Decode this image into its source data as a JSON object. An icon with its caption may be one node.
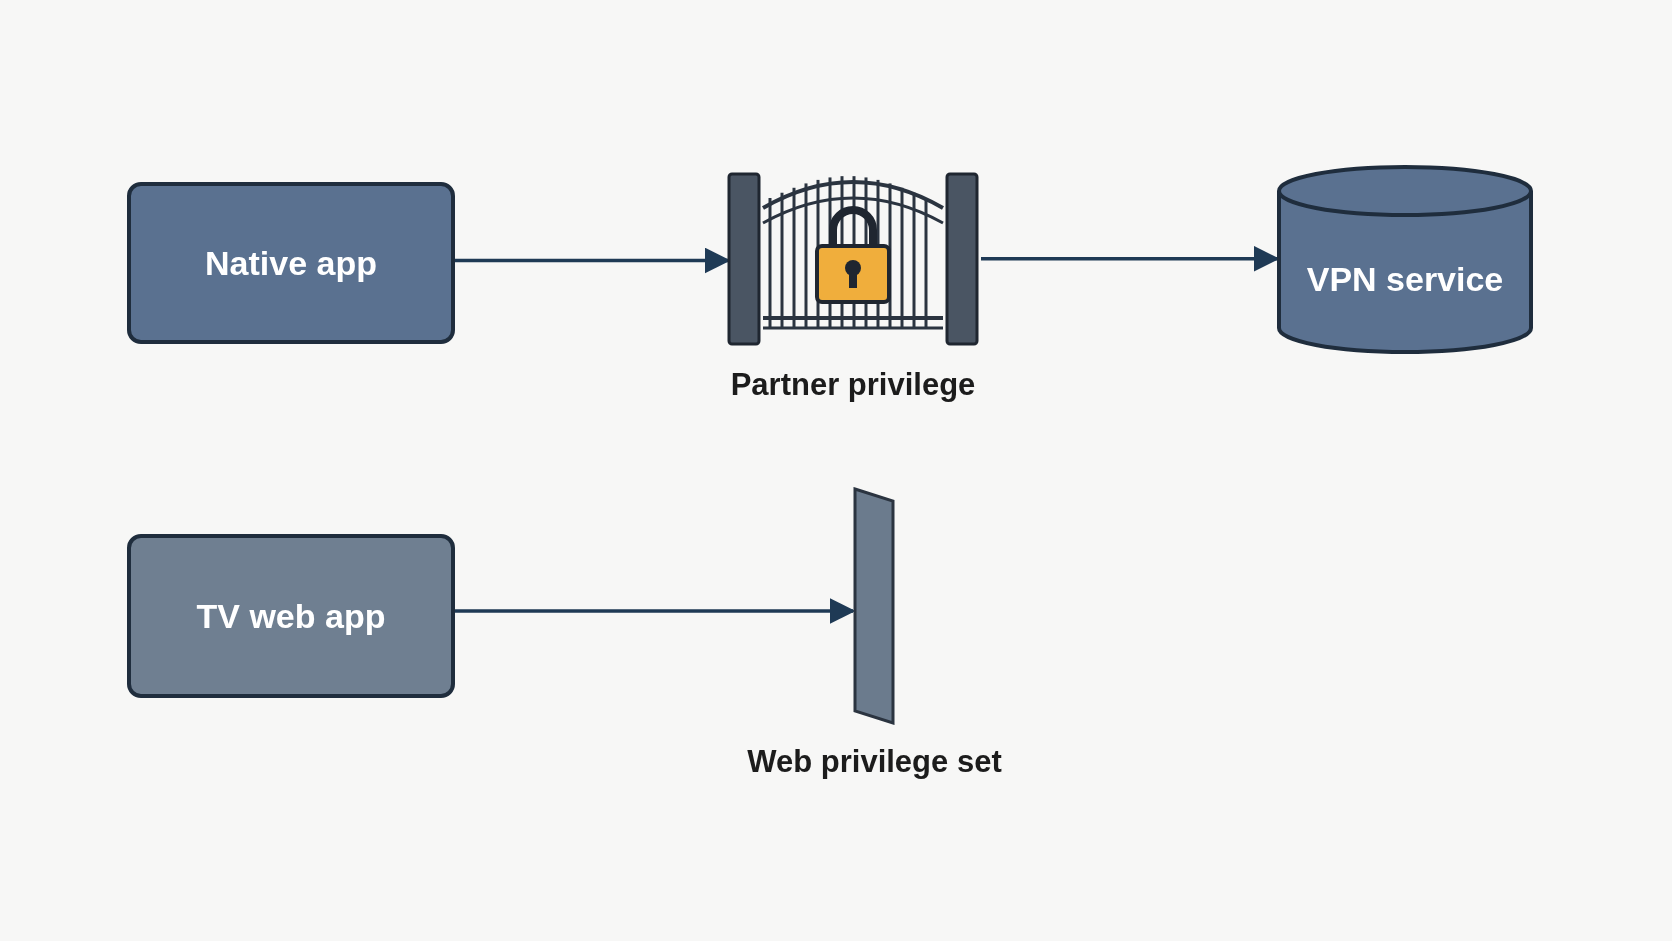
{
  "diagram": {
    "nodes": [
      {
        "text": [
          "Native app"
        ]
      },
      {
        "text": [],
        "shape": "gate",
        "beside": [
          "Partner privilege"
        ]
      },
      {
        "text": [
          "VPN service"
        ]
      },
      {
        "text": [
          "TV web app"
        ]
      },
      {
        "text": [],
        "shape": "wall",
        "beside": [
          "Web privilege set"
        ]
      }
    ],
    "edges": [
      {
        "from": 0,
        "to": 1,
        "arrow": "to"
      },
      {
        "from": 1,
        "to": 2,
        "arrow": "to"
      },
      {
        "from": 3,
        "to": 4,
        "arrow": "to"
      }
    ]
  }
}
